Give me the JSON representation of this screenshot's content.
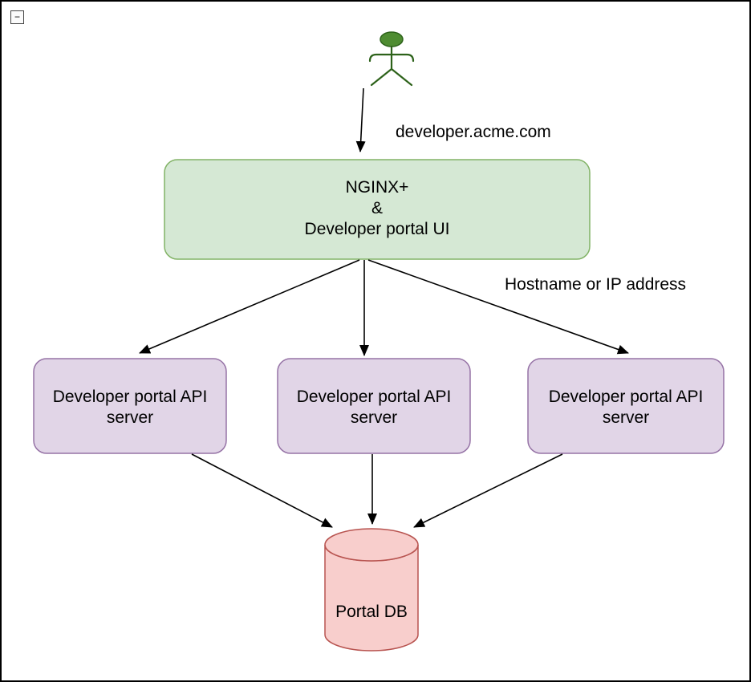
{
  "window": {
    "collapse_button_label": "−"
  },
  "diagram": {
    "edge_labels": {
      "user_request": "developer.acme.com",
      "upstream": "Hostname or IP address"
    },
    "actor": {
      "head_fill": "#4e8c31",
      "stroke": "#2d621a"
    },
    "nginx": {
      "lines": [
        "NGINX+",
        "&",
        "Developer portal UI"
      ],
      "fill": "#d5e8d4",
      "stroke": "#82b366"
    },
    "api_server_style": {
      "fill": "#e1d5e7",
      "stroke": "#9673a6"
    },
    "api_servers": [
      {
        "lines": [
          "Developer portal API",
          "server"
        ]
      },
      {
        "lines": [
          "Developer portal API",
          "server"
        ]
      },
      {
        "lines": [
          "Developer portal API",
          "server"
        ]
      }
    ],
    "db": {
      "label": "Portal DB",
      "fill": "#f8cecc",
      "stroke": "#b85450"
    },
    "arrow_color": "#000000"
  }
}
